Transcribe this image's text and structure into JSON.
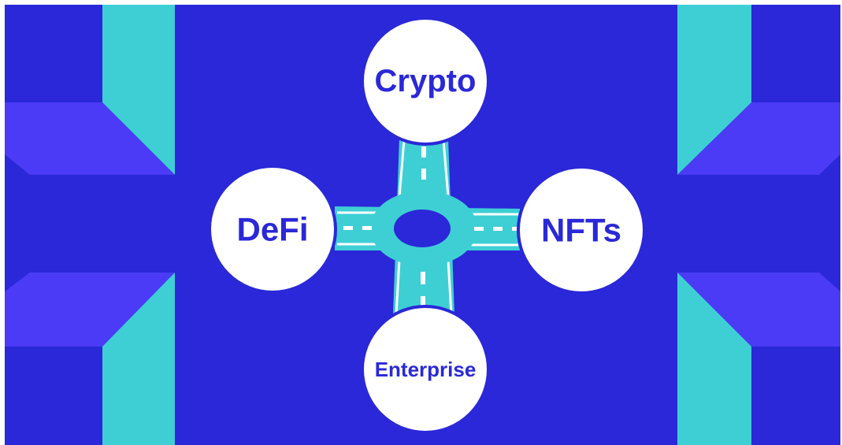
{
  "colors": {
    "background": "#2a28d8",
    "teal": "#3ecfd4",
    "violet": "#4b3bf6",
    "road": "#3ecfd4",
    "road_marking": "#ffffff",
    "node_fill": "#ffffff",
    "node_border": "#2a28d8",
    "label_color": "#2a28d8"
  },
  "diagram": {
    "center_icon": "roundabout",
    "nodes": {
      "top": {
        "label": "Crypto"
      },
      "left": {
        "label": "DeFi"
      },
      "right": {
        "label": "NFTs"
      },
      "bottom": {
        "label": "Enterprise"
      }
    },
    "connections": [
      [
        "roundabout",
        "top"
      ],
      [
        "roundabout",
        "left"
      ],
      [
        "roundabout",
        "right"
      ],
      [
        "roundabout",
        "bottom"
      ]
    ]
  }
}
